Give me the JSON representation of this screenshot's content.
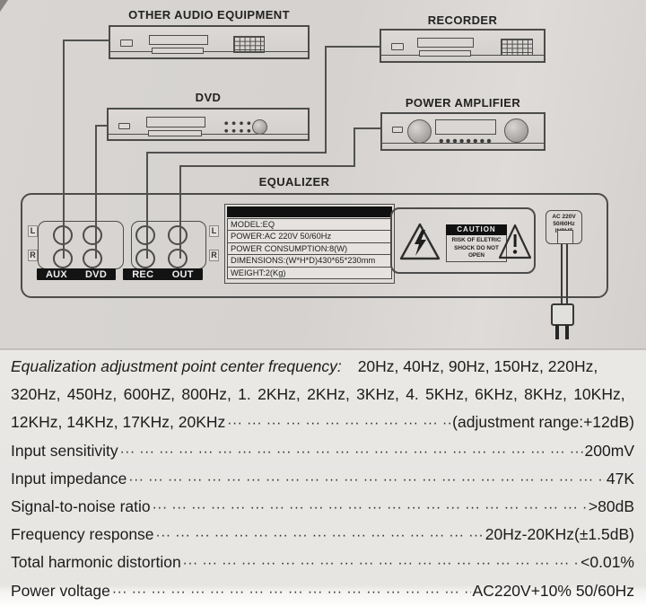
{
  "diagram": {
    "equipment_labels": {
      "other_audio": "OTHER AUDIO EQUIPMENT",
      "recorder": "RECORDER",
      "dvd": "DVD",
      "power_amplifier": "POWER AMPLIFIER",
      "equalizer": "EQUALIZER"
    },
    "jack_panel": {
      "left": "L",
      "right": "R",
      "group1_col1": "AUX",
      "group1_col2": "DVD",
      "group2_col1": "REC",
      "group2_col2": "OUT"
    },
    "spec_plate_rows": [
      "MODEL:EQ",
      "POWER:AC 220V 50/60Hz",
      "POWER CONSUMPTION:8(W)",
      "DIMENSIONS:(W*H*D)430*65*230mm",
      "WEIGHT:2(Kg)"
    ],
    "caution": {
      "title": "CAUTION",
      "text_line1": "RISK OF ELETRIC",
      "text_line2": "SHOCK DO NOT OPEN"
    },
    "ac_input": {
      "line1": "AC 220V",
      "line2": "50/60Hz",
      "line3": "INPUT"
    }
  },
  "specs": {
    "freq_intro": "Equalization adjustment point center frequency:",
    "freq_values_line1": "20Hz, 40Hz, 90Hz, 150Hz, 220Hz,",
    "freq_values_line2": "320Hz, 450Hz, 600HZ, 800Hz, 1. 2KHz, 2KHz, 3KHz, 4. 5KHz, 6KHz, 8KHz, 10KHz,",
    "freq_line3_label": "12KHz, 14KHz, 17KHz, 20KHz",
    "freq_line3_value": "(adjustment range:+12dB)",
    "rows": [
      {
        "label": "Input sensitivity",
        "value": "200mV"
      },
      {
        "label": "Input impedance",
        "value": "47K"
      },
      {
        "label": "Signal-to-noise ratio",
        "value": ">80dB"
      },
      {
        "label": "Frequency response",
        "value": "20Hz-20KHz(±1.5dB)"
      },
      {
        "label": "Total harmonic distortion",
        "value": "<0.01%"
      },
      {
        "label": "Power voltage",
        "value": "AC220V+10% 50/60Hz"
      }
    ],
    "leader": "··· ··· ··· ··· ··· ··· ··· ··· ··· ··· ··· ··· ··· ··· ··· ··· ··· ··· ··· ··· ··· ··· ··· ··· ··· ··· ··· ··· ··· ···"
  },
  "colors": {
    "paper_top": "#d5d2cf",
    "paper_bottom": "#e9e7e4",
    "ink": "#1f1f1f",
    "diagram_line": "#515151",
    "plate_black": "#121212"
  }
}
